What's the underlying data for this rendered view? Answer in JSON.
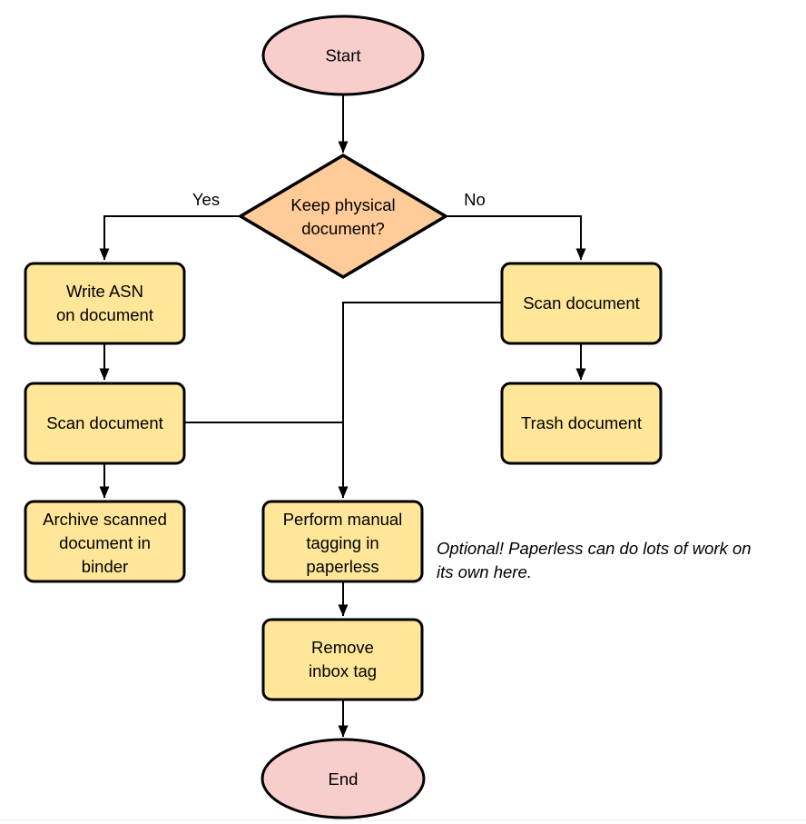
{
  "diagram": {
    "colors": {
      "terminal_fill": "#f8cecc",
      "decision_fill": "#ffcc99",
      "process_fill": "#ffe699",
      "stroke": "#000000",
      "divider": "#f2f2f2"
    },
    "nodes": {
      "start": {
        "label": "Start"
      },
      "decision": {
        "lines": [
          "Keep physical",
          "document?"
        ]
      },
      "write_asn": {
        "lines": [
          "Write ASN",
          "on document"
        ]
      },
      "scan_left": {
        "label": "Scan document"
      },
      "archive": {
        "lines": [
          "Archive scanned",
          "document in",
          "binder"
        ]
      },
      "scan_right": {
        "label": "Scan document"
      },
      "trash": {
        "label": "Trash document"
      },
      "tagging": {
        "lines": [
          "Perform manual",
          "tagging in",
          "paperless"
        ]
      },
      "remove_inbox": {
        "lines": [
          "Remove",
          "inbox tag"
        ]
      },
      "end": {
        "label": "End"
      }
    },
    "edge_labels": {
      "yes": "Yes",
      "no": "No"
    },
    "annotation": {
      "lines": [
        "Optional! Paperless can do lots of work on",
        "its own here."
      ]
    }
  }
}
